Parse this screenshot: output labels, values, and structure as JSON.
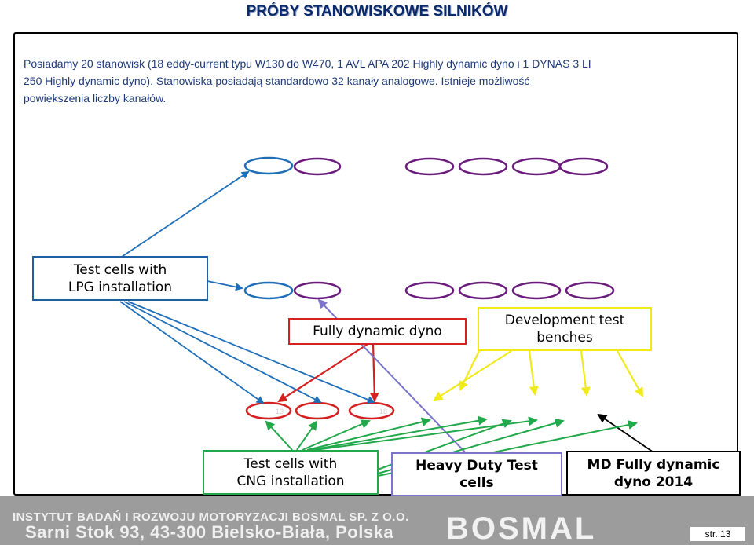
{
  "header": {
    "title": "PRÓBY STANOWISKOWE SILNIKÓW"
  },
  "intro": {
    "line1": "Posiadamy 20 stanowisk (18 eddy-current typu W130 do W470, 1 AVL APA 202 Highly dynamic dyno i 1 DYNAS 3 LI",
    "line2": "250 Highly dynamic dyno). Stanowiska posiadają standardowo 32 kanały analogowe. Istnieje możliwość",
    "line3": "powiększenia liczby kanałów."
  },
  "boxes": {
    "lpg": {
      "line1": "Test cells with",
      "line2": "LPG installation",
      "border": "#1f5fa6"
    },
    "fully_dynamic": {
      "line1": "Fully dynamic dyno",
      "border": "#d42020"
    },
    "development": {
      "line1": "Development test",
      "line2": "benches",
      "border": "#f0ea1a"
    },
    "cng": {
      "line1": "Test cells with",
      "line2": "CNG installation",
      "border": "#21a84a"
    },
    "heavy_duty": {
      "line1": "Heavy Duty Test",
      "line2": "cells",
      "border": "#7b74c9"
    },
    "md": {
      "line1": "MD Fully dynamic",
      "line2": "dyno 2014",
      "border": "#000000"
    }
  },
  "cells": {
    "label_13": "13",
    "label_18": "18"
  },
  "colors": {
    "blue": "#1f6fb8",
    "purple": "#6a1b7c",
    "red": "#d42020",
    "green": "#21a84a",
    "yellow": "#f0ea1a",
    "lavender": "#7b74c9"
  },
  "footer": {
    "line1": "INSTYTUT BADAŃ I ROZWOJU MOTORYZACJI BOSMAL SP. Z O.O.",
    "line2": "Sarni Stok 93, 43-300 Bielsko-Biała, Polska",
    "logo": "BOSMAL",
    "page": "str. 13"
  }
}
